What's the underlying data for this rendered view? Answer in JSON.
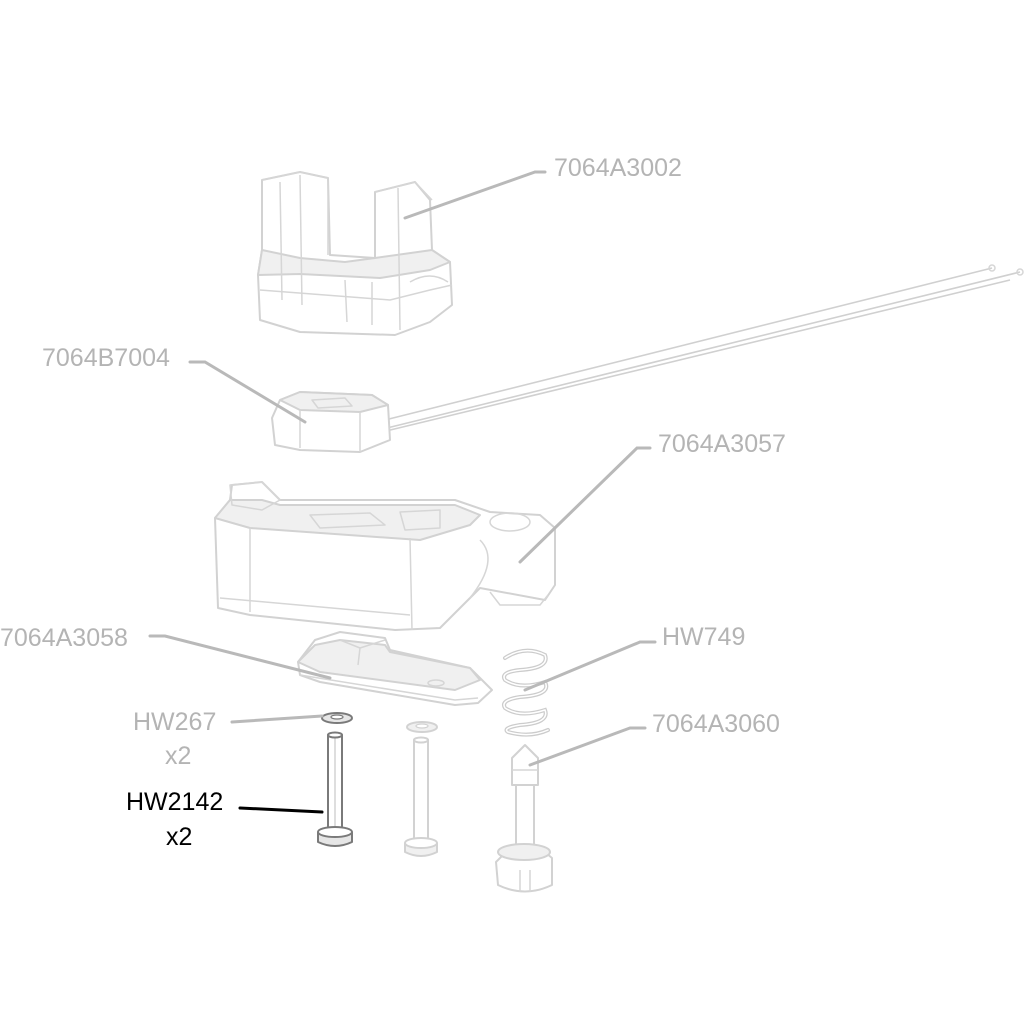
{
  "labels": {
    "top_bracket": "7064A3002",
    "connector": "7064B7004",
    "housing": "7064A3057",
    "cover": "7064A3058",
    "spring": "HW749",
    "washer": "HW267",
    "washer_qty": "x2",
    "plunger": "7064A3060",
    "screw": "HW2142",
    "screw_qty": "x2"
  },
  "highlighted_part": "HW2142",
  "colors": {
    "dim_label": "#b4b4b4",
    "highlight_label": "#000000",
    "part_outline": "#d2d2d2"
  }
}
